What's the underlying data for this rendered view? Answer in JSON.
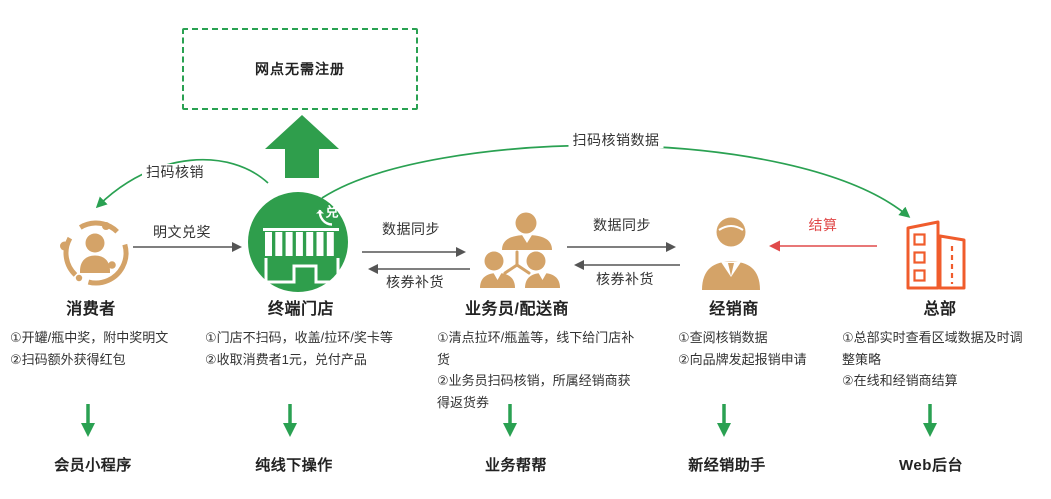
{
  "colors": {
    "green": "#2aa152",
    "green_dark": "#2f9e4c",
    "tan": "#d4a368",
    "orange": "#f05c2c",
    "red": "#e04a4a",
    "gray_arrow": "#555555",
    "text": "#333333"
  },
  "note_box": {
    "label": "网点无需注册"
  },
  "flows": {
    "scan_redeem": "扫码核销",
    "plain_redeem": "明文兑奖",
    "scan_data": "扫码核销数据",
    "sync_store_salesman": "数据同步",
    "restock_store_salesman": "核券补货",
    "sync_salesman_dealer": "数据同步",
    "restock_salesman_dealer": "核券补货",
    "settle": "结算"
  },
  "entities": [
    {
      "name": "consumer",
      "label": "消费者",
      "notes": [
        "①开罐/瓶中奖，附中奖明文",
        "②扫码额外获得红包"
      ],
      "platform": "会员小程序"
    },
    {
      "name": "store",
      "label": "终端门店",
      "badge": "兑",
      "notes": [
        "①门店不扫码，收盖/拉环/奖卡等",
        "②收取消费者1元，兑付产品"
      ],
      "platform": "纯线下操作"
    },
    {
      "name": "salesman",
      "label": "业务员/配送商",
      "notes": [
        "①清点拉环/瓶盖等，线下给门店补货",
        "②业务员扫码核销，所属经销商获得返货券"
      ],
      "platform": "业务帮帮"
    },
    {
      "name": "dealer",
      "label": "经销商",
      "notes": [
        "①查阅核销数据",
        "②向品牌发起报销申请"
      ],
      "platform": "新经销助手"
    },
    {
      "name": "hq",
      "label": "总部",
      "notes": [
        "①总部实时查看区域数据及时调整策略",
        "②在线和经销商结算"
      ],
      "platform": "Web后台"
    }
  ]
}
